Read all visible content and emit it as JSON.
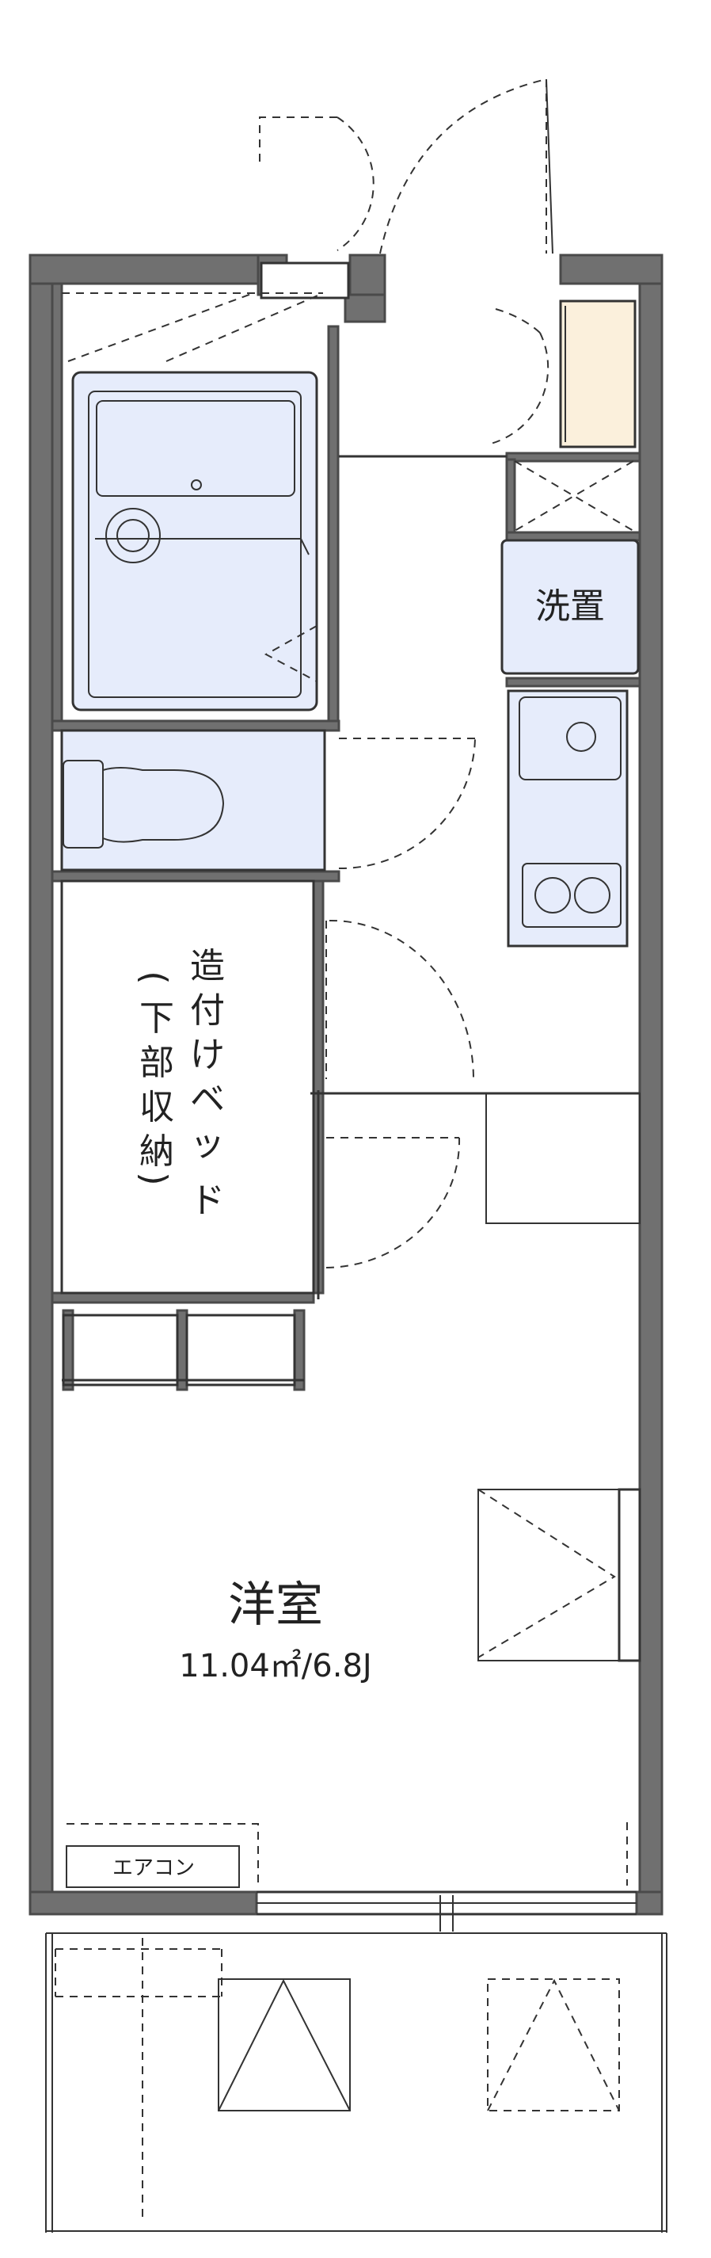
{
  "rooms": {
    "western_room": {
      "name": "洋室",
      "area": "11.04㎡/6.8J"
    },
    "washer_space": "洗置",
    "loft_bed": {
      "paren_open": "(",
      "paren_close": ")",
      "column_right": [
        "造",
        "付",
        "け",
        "ベ",
        "ッ",
        "ド"
      ],
      "column_left": [
        "下",
        "部",
        "収",
        "納"
      ]
    },
    "aircon": "エアコン"
  },
  "colors": {
    "wall": "#707070",
    "fixture": "#e6ecfb",
    "wood": "#fbf0dc"
  }
}
